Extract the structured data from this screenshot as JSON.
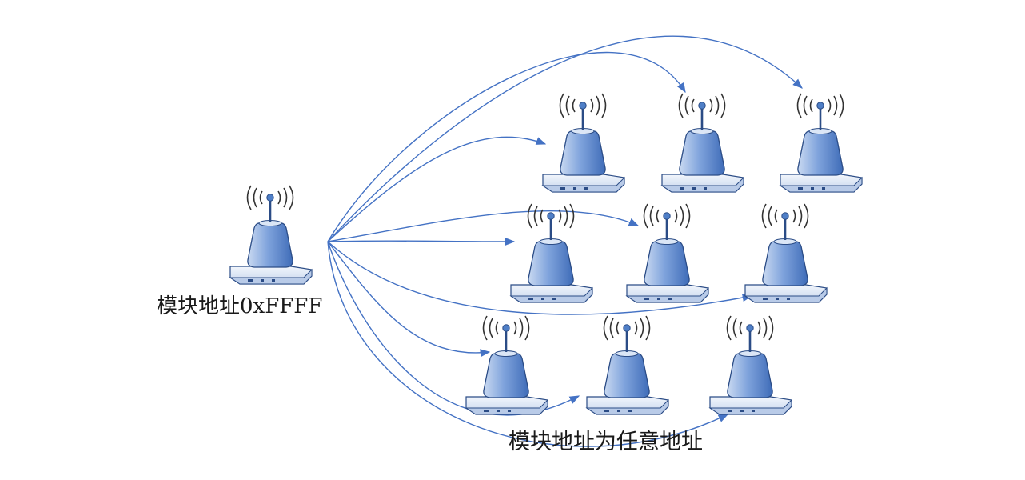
{
  "diagram": {
    "source_label": "模块地址0xFFFF",
    "target_label": "模块地址为任意地址",
    "node_icon": "wireless-module-icon",
    "colors": {
      "arrow": "#4472c4",
      "body_light": "#dbe6f6",
      "body_dark": "#4f7fc7",
      "outline": "#2b4c86"
    },
    "source_node": {
      "id": "source"
    },
    "target_nodes": [
      {
        "id": "r1c1"
      },
      {
        "id": "r1c2"
      },
      {
        "id": "r1c3"
      },
      {
        "id": "r2c1"
      },
      {
        "id": "r2c2"
      },
      {
        "id": "r2c3"
      },
      {
        "id": "r3c1"
      },
      {
        "id": "r3c2"
      },
      {
        "id": "r3c3"
      }
    ]
  }
}
